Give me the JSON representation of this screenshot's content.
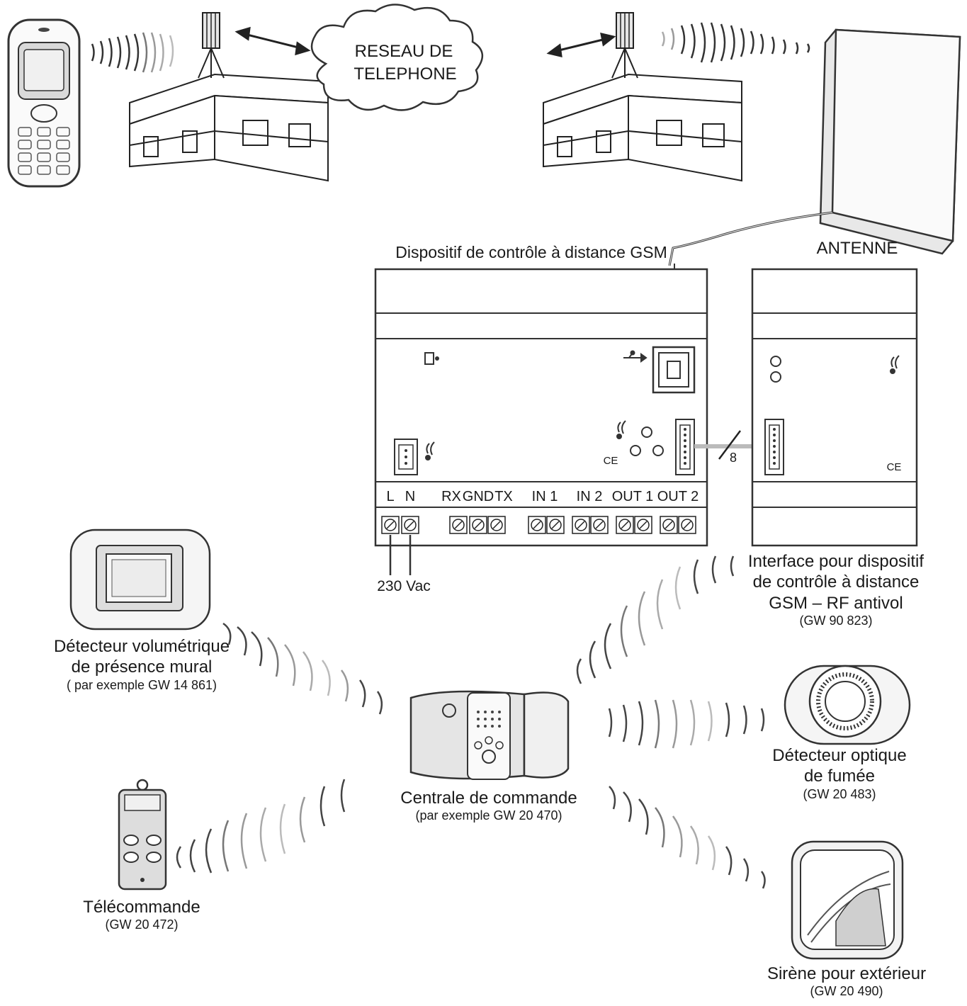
{
  "network": {
    "line1": "RESEAU DE",
    "line2": "TELEPHONE"
  },
  "antenna": {
    "label": "ANTENNE"
  },
  "gsm_device": {
    "title": "Dispositif de contrôle à distance GSM",
    "terminals": {
      "l": "L",
      "n": "N",
      "rx": "RX",
      "gnd": "GND",
      "tx": "TX",
      "in1": "IN 1",
      "in2": "IN 2",
      "out1": "OUT 1",
      "out2": "OUT 2"
    },
    "supply": "230 Vac",
    "bus_count": "8",
    "ce_mark": "CE"
  },
  "interface": {
    "line1": "Interface pour dispositif",
    "line2": "de contrôle à distance",
    "line3": "GSM – RF antivol",
    "code": "(GW 90 823)",
    "ce_mark": "CE"
  },
  "detector_presence": {
    "line1": "Détecteur volumétrique",
    "line2": "de présence mural",
    "code": "( par exemple GW 14 861)"
  },
  "central": {
    "line1": "Centrale de commande",
    "code": "(par exemple GW 20 470)"
  },
  "smoke": {
    "line1": "Détecteur optique",
    "line2": "de fumée",
    "code": "(GW 20 483)"
  },
  "remote": {
    "line1": "Télécommande",
    "code": "(GW 20 472)"
  },
  "siren": {
    "line1": "Sirène pour extérieur",
    "code": "(GW 20 490)"
  },
  "icons": [
    "mobile-phone-icon",
    "cell-tower-icon",
    "building-icon",
    "cloud-icon",
    "antenna-panel-icon",
    "usb-icon",
    "rf-icon",
    "sim-card-icon"
  ]
}
